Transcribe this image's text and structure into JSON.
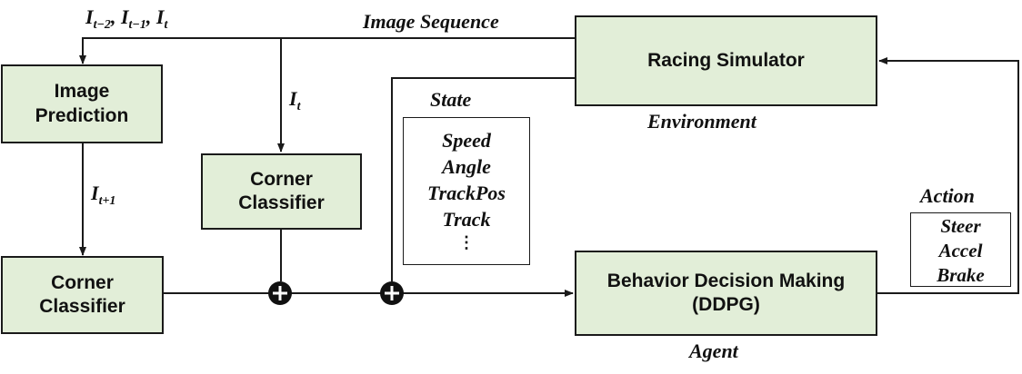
{
  "colors": {
    "box_fill": "#e2eed8",
    "stroke": "#1a1a1a"
  },
  "nodes": {
    "racing_simulator": "Racing Simulator",
    "image_prediction": "Image\nPrediction",
    "corner_classifier_top": "Corner\nClassifier",
    "corner_classifier_bottom": "Corner\nClassifier",
    "ddpg": "Behavior Decision Making\n(DDPG)"
  },
  "labels": {
    "image_sequence": "Image Sequence",
    "environment": "Environment",
    "agent": "Agent",
    "state": "State",
    "action": "Action",
    "frames": {
      "i1": "I",
      "s1": "t−2",
      "c1": ", ",
      "i2": "I",
      "s2": "t−1",
      "c2": ", ",
      "i3": "I",
      "s3": "t"
    },
    "it_label": {
      "base": "I",
      "sub": "t"
    },
    "it1_label": {
      "base": "I",
      "sub": "t+1"
    }
  },
  "state_items": [
    "Speed",
    "Angle",
    "TrackPos",
    "Track",
    "⋮"
  ],
  "action_items": [
    "Steer",
    "Accel",
    "Brake"
  ],
  "icons": {
    "sum": "sum-junction-icon"
  }
}
